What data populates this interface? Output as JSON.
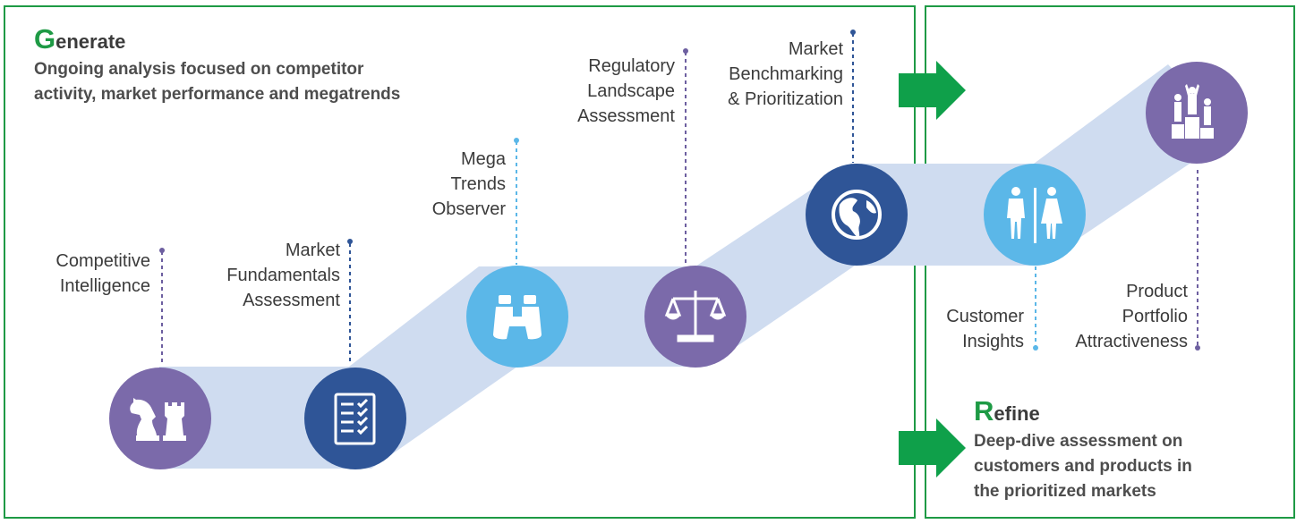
{
  "generate": {
    "title_initial": "G",
    "title_rest": "enerate",
    "description_lines": [
      "Ongoing analysis focused on competitor",
      "activity, market performance and megatrends"
    ]
  },
  "refine": {
    "title_initial": "R",
    "title_rest": "efine",
    "description_lines": [
      "Deep-dive assessment on",
      "customers and products in",
      "the prioritized markets"
    ]
  },
  "colors": {
    "panel_border": "#1e9a45",
    "arrow": "#0fa04a",
    "ribbon": "#cfdcf0",
    "purple": "#7b6aaa",
    "dark_blue": "#2f5597",
    "light_blue": "#5bb7e8",
    "leader_purple": "#6d5fa0",
    "leader_blue": "#2f5597",
    "leader_light": "#5bb7e8"
  },
  "steps": [
    {
      "key": "competitive",
      "icon": "chess-pieces-icon",
      "color": "purple",
      "lines": [
        "Competitive",
        "Intelligence"
      ]
    },
    {
      "key": "fundamentals",
      "icon": "checklist-icon",
      "color": "dark_blue",
      "lines": [
        "Market",
        "Fundamentals",
        "Assessment"
      ]
    },
    {
      "key": "megatrends",
      "icon": "binoculars-icon",
      "color": "light_blue",
      "lines": [
        "Mega",
        "Trends",
        "Observer"
      ]
    },
    {
      "key": "regulatory",
      "icon": "scales-icon",
      "color": "purple",
      "lines": [
        "Regulatory",
        "Landscape",
        "Assessment"
      ]
    },
    {
      "key": "benchmarking",
      "icon": "globe-icon",
      "color": "dark_blue",
      "lines": [
        "Market",
        "Benchmarking",
        "& Prioritization"
      ]
    },
    {
      "key": "customer",
      "icon": "people-icon",
      "color": "light_blue",
      "lines": [
        "Customer",
        "Insights"
      ]
    },
    {
      "key": "portfolio",
      "icon": "podium-icon",
      "color": "purple",
      "lines": [
        "Product",
        "Portfolio",
        "Attractiveness"
      ]
    }
  ]
}
